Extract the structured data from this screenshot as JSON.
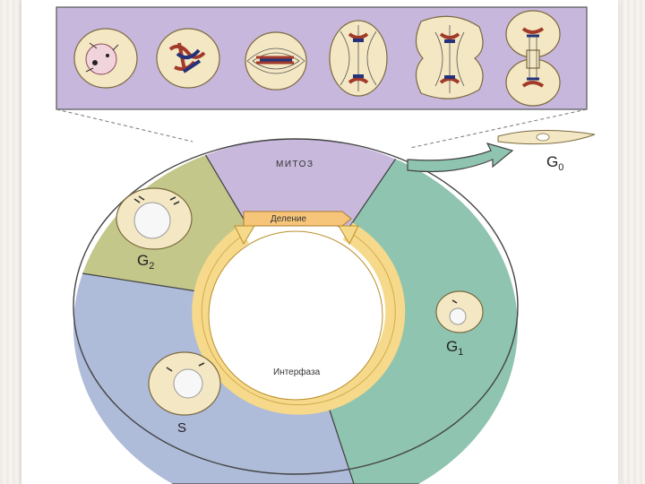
{
  "diagram": {
    "mitosis_label": "МИТОЗ",
    "division_label": "Деление",
    "interphase_label": "Интерфаза",
    "g0_label": "G",
    "g0_sub": "0",
    "g1_label": "G",
    "g1_sub": "1",
    "g2_label": "G",
    "g2_sub": "2",
    "s_label": "S"
  },
  "colors": {
    "mitosis": "#c7b8dc",
    "g2": "#c4c78a",
    "s": "#aebbd9",
    "g1": "#8fc4b0",
    "inner_arrow": "#f6d98a",
    "panel": "#c8b7dc",
    "cell": "#f4e7c3"
  }
}
